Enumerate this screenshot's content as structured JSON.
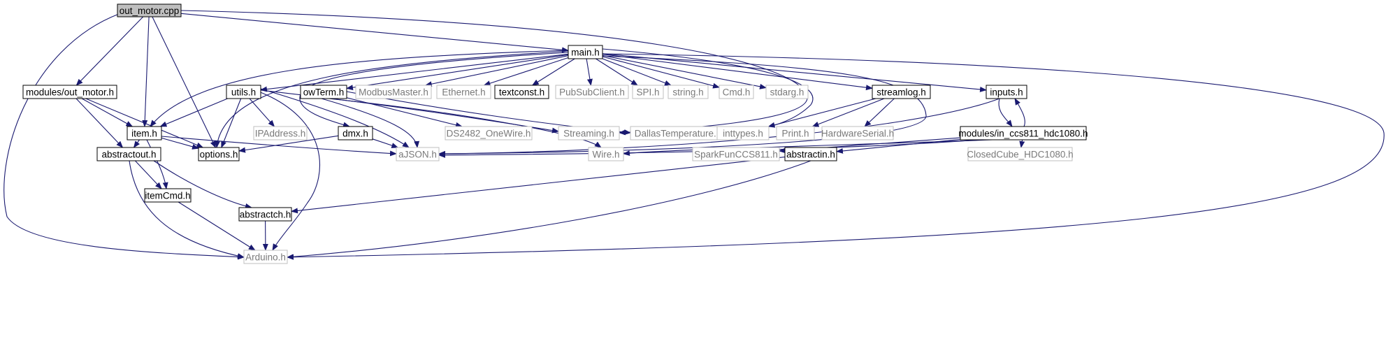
{
  "graph": {
    "colors": {
      "edge": "#191970",
      "focus_fill": "#bfbfbf",
      "solid_border": "#000000",
      "external_border": "#bfbfbf",
      "external_text": "#7a7a7a"
    },
    "nodes": [
      {
        "id": "out_motor_cpp",
        "label": "out_motor.cpp",
        "style": "focus"
      },
      {
        "id": "main_h",
        "label": "main.h",
        "style": "solid"
      },
      {
        "id": "modules_out_motor_h",
        "label": "modules/out_motor.h",
        "style": "solid"
      },
      {
        "id": "utils_h",
        "label": "utils.h",
        "style": "solid"
      },
      {
        "id": "owTerm_h",
        "label": "owTerm.h",
        "style": "solid"
      },
      {
        "id": "ModbusMaster_h",
        "label": "ModbusMaster.h",
        "style": "gray"
      },
      {
        "id": "Ethernet_h",
        "label": "Ethernet.h",
        "style": "gray"
      },
      {
        "id": "textconst_h",
        "label": "textconst.h",
        "style": "solid"
      },
      {
        "id": "PubSubClient_h",
        "label": "PubSubClient.h",
        "style": "gray"
      },
      {
        "id": "SPI_h",
        "label": "SPI.h",
        "style": "gray"
      },
      {
        "id": "string_h",
        "label": "string.h",
        "style": "gray"
      },
      {
        "id": "Cmd_h",
        "label": "Cmd.h",
        "style": "gray"
      },
      {
        "id": "stdarg_h",
        "label": "stdarg.h",
        "style": "gray"
      },
      {
        "id": "streamlog_h",
        "label": "streamlog.h",
        "style": "solid"
      },
      {
        "id": "inputs_h",
        "label": "inputs.h",
        "style": "solid"
      },
      {
        "id": "item_h",
        "label": "item.h",
        "style": "solid"
      },
      {
        "id": "IPAddress_h",
        "label": "IPAddress.h",
        "style": "gray"
      },
      {
        "id": "dmx_h",
        "label": "dmx.h",
        "style": "solid"
      },
      {
        "id": "DS2482_OneWire_h",
        "label": "DS2482_OneWire.h",
        "style": "gray"
      },
      {
        "id": "Streaming_h",
        "label": "Streaming.h",
        "style": "gray"
      },
      {
        "id": "DallasTemperature_h",
        "label": "DallasTemperature.h",
        "style": "gray"
      },
      {
        "id": "inttypes_h",
        "label": "inttypes.h",
        "style": "gray"
      },
      {
        "id": "Print_h",
        "label": "Print.h",
        "style": "gray"
      },
      {
        "id": "HardwareSerial_h",
        "label": "HardwareSerial.h",
        "style": "gray"
      },
      {
        "id": "modules_in_ccs811_hdc1080_h",
        "label": "modules/in_ccs811_hdc1080.h",
        "style": "solid"
      },
      {
        "id": "abstractout_h",
        "label": "abstractout.h",
        "style": "solid"
      },
      {
        "id": "options_h",
        "label": "options.h",
        "style": "solid"
      },
      {
        "id": "aJSON_h",
        "label": "aJSON.h",
        "style": "gray"
      },
      {
        "id": "Wire_h",
        "label": "Wire.h",
        "style": "gray"
      },
      {
        "id": "SparkFunCCS811_h",
        "label": "SparkFunCCS811.h",
        "style": "gray"
      },
      {
        "id": "abstractin_h",
        "label": "abstractin.h",
        "style": "solid"
      },
      {
        "id": "ClosedCube_HDC1080_h",
        "label": "ClosedCube_HDC1080.h",
        "style": "gray"
      },
      {
        "id": "itemCmd_h",
        "label": "itemCmd.h",
        "style": "solid"
      },
      {
        "id": "abstractch_h",
        "label": "abstractch.h",
        "style": "solid"
      },
      {
        "id": "Arduino_h",
        "label": "Arduino.h",
        "style": "gray"
      }
    ],
    "edges": [
      {
        "from": "out_motor_cpp",
        "to": "main_h"
      },
      {
        "from": "out_motor_cpp",
        "to": "modules_out_motor_h"
      },
      {
        "from": "out_motor_cpp",
        "to": "item_h"
      },
      {
        "from": "out_motor_cpp",
        "to": "options_h"
      },
      {
        "from": "out_motor_cpp",
        "to": "Arduino_h"
      },
      {
        "from": "out_motor_cpp",
        "to": "Streaming_h"
      },
      {
        "from": "main_h",
        "to": "utils_h"
      },
      {
        "from": "main_h",
        "to": "owTerm_h"
      },
      {
        "from": "main_h",
        "to": "ModbusMaster_h"
      },
      {
        "from": "main_h",
        "to": "Ethernet_h"
      },
      {
        "from": "main_h",
        "to": "textconst_h"
      },
      {
        "from": "main_h",
        "to": "PubSubClient_h"
      },
      {
        "from": "main_h",
        "to": "SPI_h"
      },
      {
        "from": "main_h",
        "to": "string_h"
      },
      {
        "from": "main_h",
        "to": "Cmd_h"
      },
      {
        "from": "main_h",
        "to": "stdarg_h"
      },
      {
        "from": "main_h",
        "to": "streamlog_h"
      },
      {
        "from": "main_h",
        "to": "inputs_h"
      },
      {
        "from": "main_h",
        "to": "item_h"
      },
      {
        "from": "main_h",
        "to": "options_h"
      },
      {
        "from": "main_h",
        "to": "dmx_h"
      },
      {
        "from": "main_h",
        "to": "aJSON_h"
      },
      {
        "from": "main_h",
        "to": "Arduino_h"
      },
      {
        "from": "main_h",
        "to": "DallasTemperature_h"
      },
      {
        "from": "modules_out_motor_h",
        "to": "item_h"
      },
      {
        "from": "modules_out_motor_h",
        "to": "abstractout_h"
      },
      {
        "from": "modules_out_motor_h",
        "to": "options_h"
      },
      {
        "from": "utils_h",
        "to": "item_h"
      },
      {
        "from": "utils_h",
        "to": "IPAddress_h"
      },
      {
        "from": "utils_h",
        "to": "options_h"
      },
      {
        "from": "utils_h",
        "to": "aJSON_h"
      },
      {
        "from": "utils_h",
        "to": "Arduino_h"
      },
      {
        "from": "utils_h",
        "to": "Streaming_h"
      },
      {
        "from": "owTerm_h",
        "to": "DS2482_OneWire_h"
      },
      {
        "from": "owTerm_h",
        "to": "DallasTemperature_h"
      },
      {
        "from": "owTerm_h",
        "to": "Wire_h"
      },
      {
        "from": "owTerm_h",
        "to": "aJSON_h"
      },
      {
        "from": "streamlog_h",
        "to": "inttypes_h"
      },
      {
        "from": "streamlog_h",
        "to": "Print_h"
      },
      {
        "from": "streamlog_h",
        "to": "HardwareSerial_h"
      },
      {
        "from": "inputs_h",
        "to": "modules_in_ccs811_hdc1080_h"
      },
      {
        "from": "inputs_h",
        "to": "aJSON_h"
      },
      {
        "from": "modules_in_ccs811_hdc1080_h",
        "to": "inputs_h"
      },
      {
        "from": "modules_in_ccs811_hdc1080_h",
        "to": "aJSON_h"
      },
      {
        "from": "modules_in_ccs811_hdc1080_h",
        "to": "Wire_h"
      },
      {
        "from": "modules_in_ccs811_hdc1080_h",
        "to": "SparkFunCCS811_h"
      },
      {
        "from": "modules_in_ccs811_hdc1080_h",
        "to": "abstractin_h"
      },
      {
        "from": "modules_in_ccs811_hdc1080_h",
        "to": "ClosedCube_HDC1080_h"
      },
      {
        "from": "item_h",
        "to": "abstractout_h"
      },
      {
        "from": "item_h",
        "to": "options_h"
      },
      {
        "from": "item_h",
        "to": "itemCmd_h"
      },
      {
        "from": "item_h",
        "to": "aJSON_h"
      },
      {
        "from": "dmx_h",
        "to": "options_h"
      },
      {
        "from": "dmx_h",
        "to": "aJSON_h"
      },
      {
        "from": "abstractout_h",
        "to": "itemCmd_h"
      },
      {
        "from": "abstractout_h",
        "to": "abstractch_h"
      },
      {
        "from": "abstractout_h",
        "to": "Arduino_h"
      },
      {
        "from": "abstractin_h",
        "to": "abstractch_h"
      },
      {
        "from": "abstractin_h",
        "to": "Arduino_h"
      },
      {
        "from": "itemCmd_h",
        "to": "Arduino_h"
      },
      {
        "from": "abstractch_h",
        "to": "Arduino_h"
      }
    ]
  }
}
